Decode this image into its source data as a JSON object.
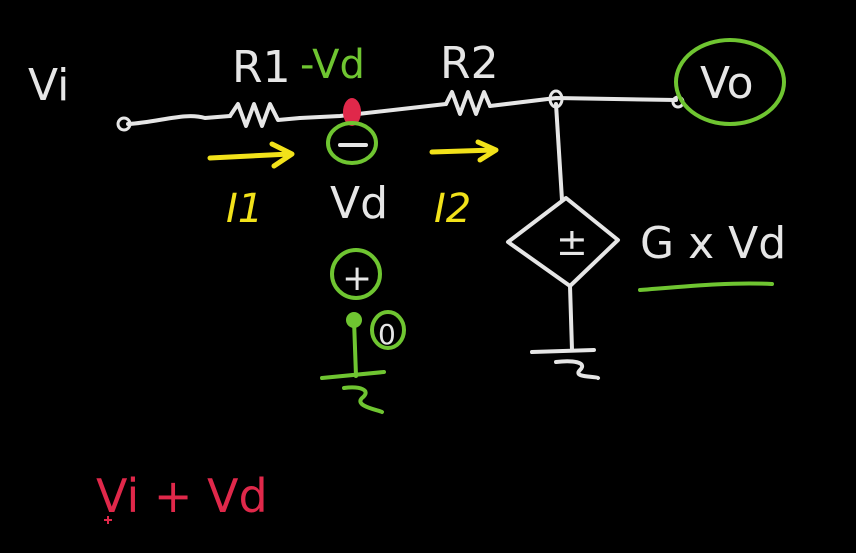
{
  "labels": {
    "vi": "Vi",
    "r1": "R1",
    "neg_vd": "-Vd",
    "r2": "R2",
    "vo": "Vo",
    "i1": "I1",
    "vd": "Vd",
    "i2": "I2",
    "plus_minus": "±",
    "g_x_vd": "G x Vd",
    "plus": "+",
    "zero": "0",
    "minus": "−",
    "expr": "Vi + Vd"
  },
  "colors": {
    "background": "#000000",
    "chalk_white": "#e6e6e6",
    "yellow": "#f2e21a",
    "green": "#6fc531",
    "red": "#e0284a"
  }
}
